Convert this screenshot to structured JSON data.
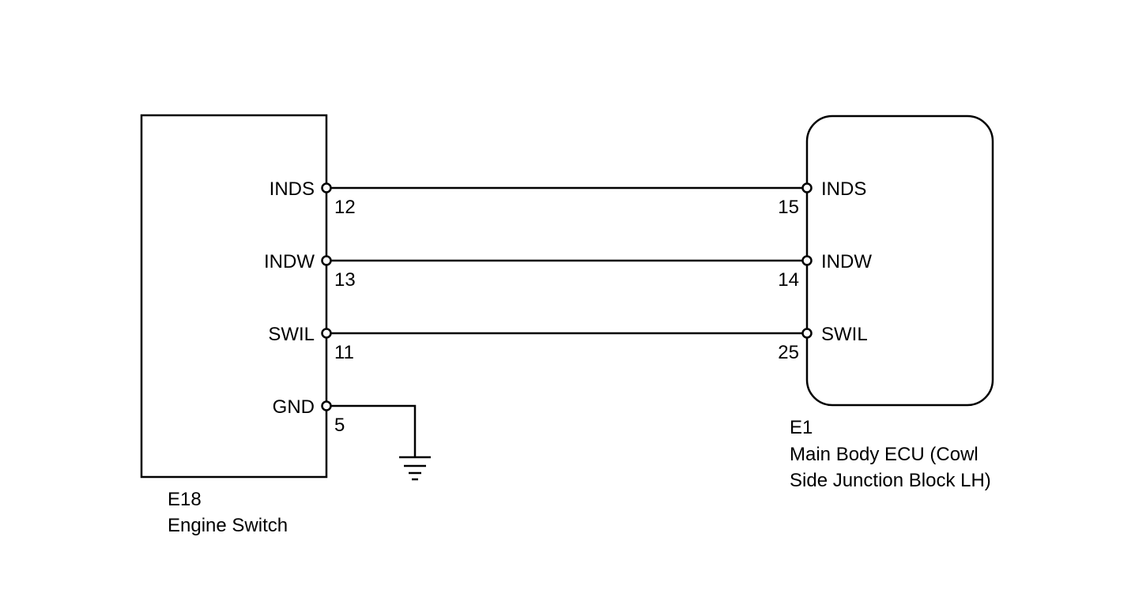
{
  "left_component": {
    "id": "E18",
    "name": "Engine Switch",
    "pins": [
      {
        "label": "INDS",
        "number": "12"
      },
      {
        "label": "INDW",
        "number": "13"
      },
      {
        "label": "SWIL",
        "number": "11"
      },
      {
        "label": "GND",
        "number": "5"
      }
    ]
  },
  "right_component": {
    "id": "E1",
    "name_line1": "Main Body ECU (Cowl",
    "name_line2": "Side Junction Block LH)",
    "pins": [
      {
        "label": "INDS",
        "number": "15"
      },
      {
        "label": "INDW",
        "number": "14"
      },
      {
        "label": "SWIL",
        "number": "25"
      }
    ]
  },
  "connections": [
    {
      "from": "E18-12 INDS",
      "to": "E1-15 INDS"
    },
    {
      "from": "E18-13 INDW",
      "to": "E1-14 INDW"
    },
    {
      "from": "E18-11 SWIL",
      "to": "E1-25 SWIL"
    },
    {
      "from": "E18-5 GND",
      "to": "ground"
    }
  ]
}
